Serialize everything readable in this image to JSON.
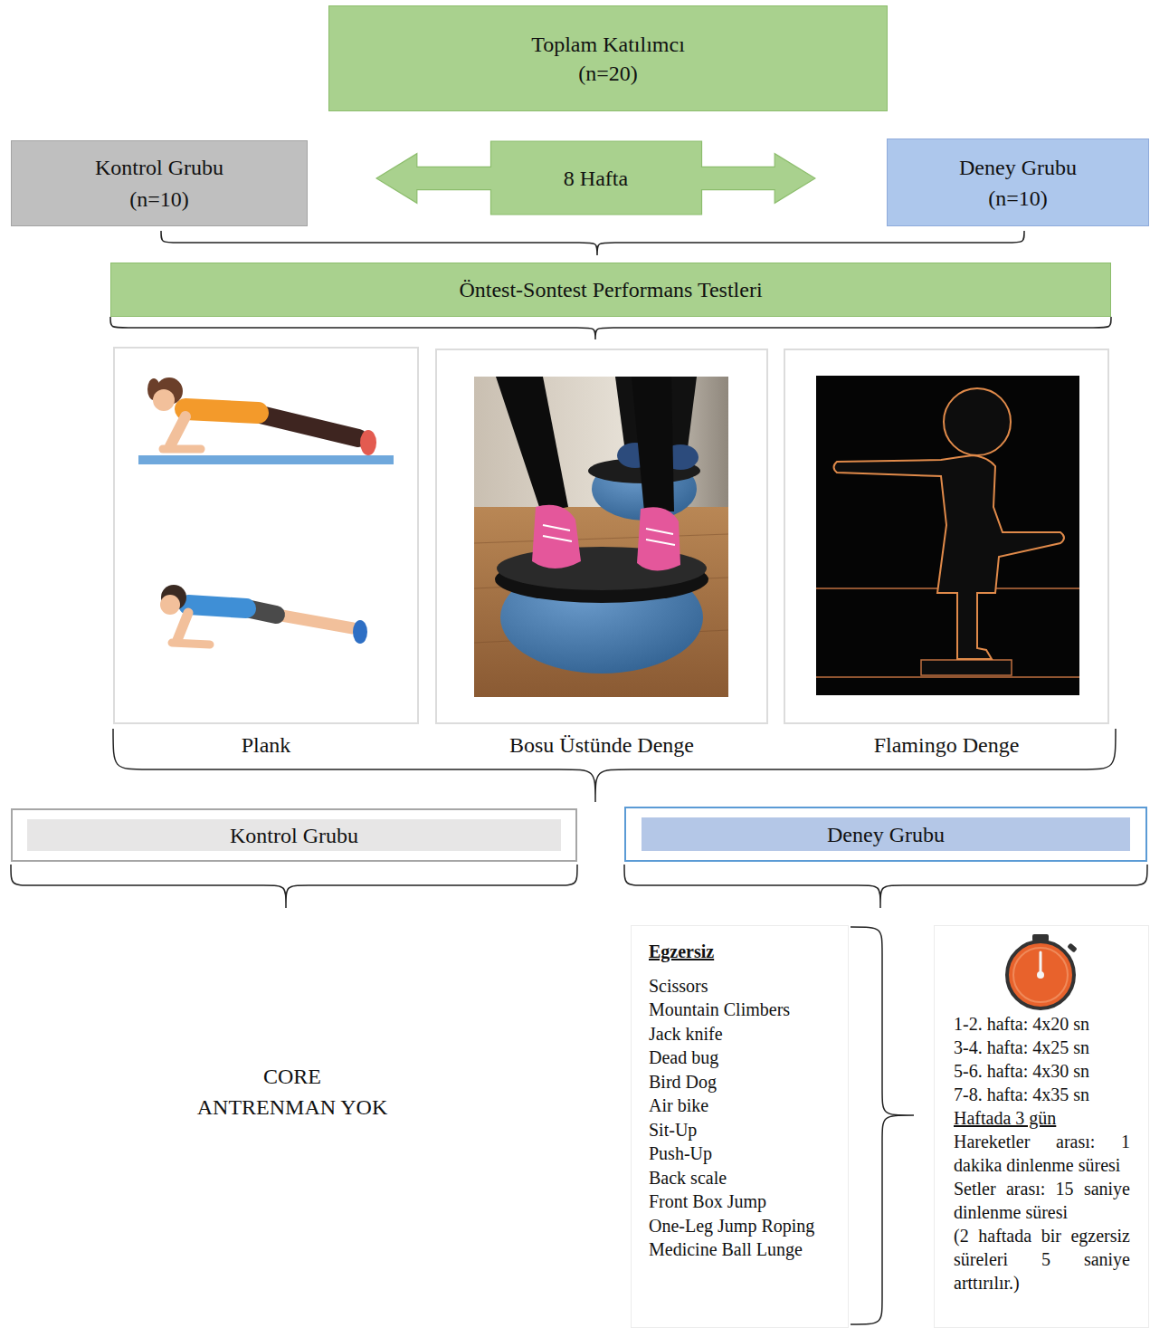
{
  "diagram": {
    "nodes": [
      {
        "text": [
          "Toplam Katılımcı",
          "(n=20)"
        ]
      },
      {
        "text": [
          "Kontrol Grubu",
          "(n=10)"
        ]
      },
      {
        "text": [
          "8 Hafta"
        ]
      },
      {
        "text": [
          "Deney Grubu",
          "(n=10)"
        ]
      },
      {
        "text": [
          "Öntest-Sontest Performans Testleri"
        ]
      },
      {
        "text": [
          "Plank"
        ]
      },
      {
        "text": [
          "Bosu Üstünde Denge"
        ]
      },
      {
        "text": [
          "Flamingo Denge"
        ]
      },
      {
        "text": [
          "Kontrol Grubu"
        ]
      },
      {
        "text": [
          "Deney Grubu"
        ]
      },
      {
        "text": [
          "Egzersiz",
          "Scissors",
          "Mountain Climbers",
          "Jack knife",
          "Dead bug",
          "Bird Dog",
          "Air bike",
          "Sit-Up",
          "Push-Up",
          "Back scale",
          "Front Box Jump",
          "One-Leg Jump Roping",
          "Medicine Ball Lunge"
        ]
      },
      {
        "text": [
          "1-2. hafta: 4x20 sn",
          "3-4. hafta: 4x25 sn",
          "5-6. hafta: 4x30 sn",
          "7-8. hafta: 4x35 sn",
          "Haftada 3 gün",
          "Hareketler arası: 1 dakika dinlenme süresi",
          "Setler arası: 15 saniye dinlenme süresi",
          "(2 haftada bir egzersiz süreleri 5 saniye arttırılır.)"
        ]
      }
    ],
    "labels": [
      "CORE ANTRENMAN YOK"
    ]
  }
}
